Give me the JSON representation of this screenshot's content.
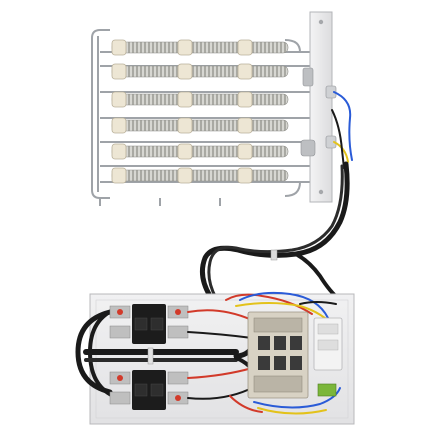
{
  "scene": {
    "subject": "electric-heater-kit",
    "components": [
      "heating-element-assembly",
      "mounting-plate",
      "wire-harness",
      "circuit-breaker-panel"
    ]
  },
  "heater": {
    "coil_rows": 6,
    "coil_color": "#c9c9c4",
    "insulator_color": "#ede6d4"
  },
  "panel": {
    "breaker_count": 2,
    "breaker_color": "#1c1c1c",
    "plate_color": "#e9e9ea",
    "terminal_block_color": "#d8d2c4"
  },
  "wiring": {
    "colors": [
      "#1a1a1a",
      "#d23a2a",
      "#2a5bd7",
      "#e3c21a",
      "#7a7a7a"
    ]
  },
  "colors": {
    "metal": "#b8bbbf",
    "background": "#ffffff"
  }
}
